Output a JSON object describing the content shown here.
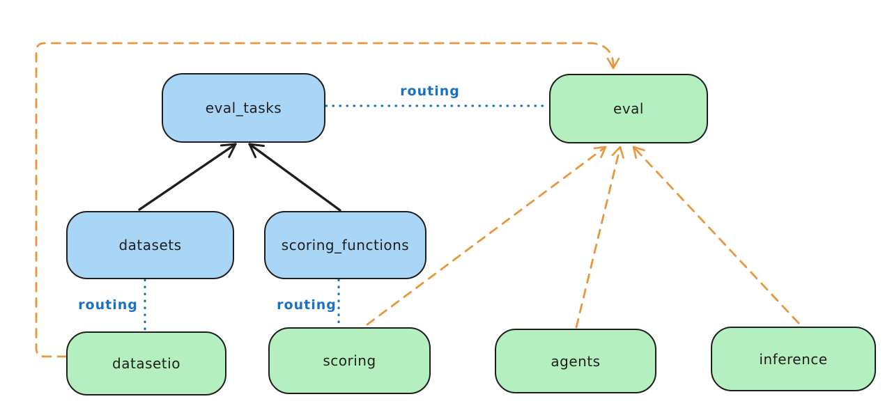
{
  "palette": {
    "blue_fill": "#a9d6f7",
    "green_fill": "#b4efbf",
    "box_stroke": "#1e1e1e",
    "black_stroke": "#1e1e1e",
    "blue_stroke": "#1971c2",
    "orange_stroke": "#e8963c",
    "canvas_bg": "#ffffff"
  },
  "nodes": [
    {
      "id": "eval_tasks",
      "label": "eval_tasks",
      "color": "blue"
    },
    {
      "id": "eval",
      "label": "eval",
      "color": "green"
    },
    {
      "id": "datasets",
      "label": "datasets",
      "color": "blue"
    },
    {
      "id": "scoring_functions",
      "label": "scoring_functions",
      "color": "blue"
    },
    {
      "id": "datasetio",
      "label": "datasetio",
      "color": "green"
    },
    {
      "id": "scoring",
      "label": "scoring",
      "color": "green"
    },
    {
      "id": "agents",
      "label": "agents",
      "color": "green"
    },
    {
      "id": "inference",
      "label": "inference",
      "color": "green"
    }
  ],
  "edges": [
    {
      "from": "eval_tasks",
      "to": "eval",
      "style": "dotted-blue",
      "label": "routing"
    },
    {
      "from": "datasets",
      "to": "eval_tasks",
      "style": "solid-black-arrow"
    },
    {
      "from": "scoring_functions",
      "to": "eval_tasks",
      "style": "solid-black-arrow"
    },
    {
      "from": "datasets",
      "to": "datasetio",
      "style": "dotted-blue",
      "label": "routing"
    },
    {
      "from": "scoring_functions",
      "to": "scoring",
      "style": "dotted-blue",
      "label": "routing"
    },
    {
      "from": "datasetio",
      "to": "eval",
      "style": "dashed-orange-arrow"
    },
    {
      "from": "scoring",
      "to": "eval",
      "style": "dashed-orange-arrow"
    },
    {
      "from": "agents",
      "to": "eval",
      "style": "dashed-orange-arrow"
    },
    {
      "from": "inference",
      "to": "eval",
      "style": "dashed-orange-arrow"
    }
  ]
}
